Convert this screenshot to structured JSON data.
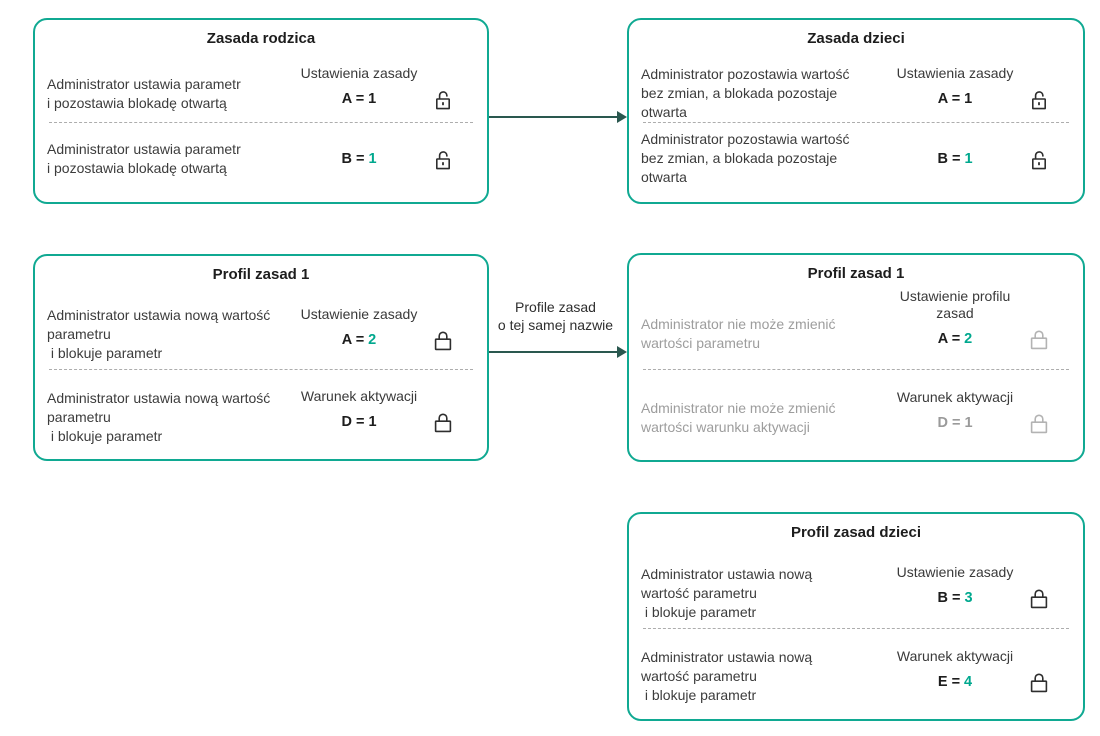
{
  "colors": {
    "accent_teal": "#00A88E",
    "box_border": "#10A992",
    "arrow": "#2A584F",
    "gray_text": "#9D9D9D",
    "dark_text": "#1D1D1D"
  },
  "arrows": {
    "profiles_label": [
      "Profile zasad",
      "o tej samej nazwie"
    ]
  },
  "boxes": [
    {
      "title": "Zasada rodzica",
      "rows": [
        {
          "label": [
            "Ustawienia zasady"
          ],
          "text": [
            "Administrator ustawia parametr",
            "i pozostawia blokadę otwartą"
          ],
          "text_tone": "dark",
          "lhs": "A =",
          "lhs_tone": "dark",
          "value": "1",
          "value_tone": "dark",
          "lock": "open",
          "lock_tone": "dark"
        },
        {
          "label": [],
          "text": [
            "Administrator ustawia parametr",
            "i pozostawia blokadę otwartą"
          ],
          "text_tone": "dark",
          "lhs": "B =",
          "lhs_tone": "dark",
          "value": "1",
          "value_tone": "teal",
          "lock": "open",
          "lock_tone": "dark"
        }
      ]
    },
    {
      "title": "Zasada dzieci",
      "rows": [
        {
          "label": [
            "Ustawienia zasady"
          ],
          "text": [
            "Administrator pozostawia wartość",
            "bez zmian, a blokada pozostaje",
            "otwarta"
          ],
          "text_tone": "dark",
          "lhs": "A =",
          "lhs_tone": "dark",
          "value": "1",
          "value_tone": "dark",
          "lock": "open",
          "lock_tone": "dark"
        },
        {
          "label": [],
          "text": [
            "Administrator pozostawia wartość",
            "bez zmian, a blokada pozostaje",
            "otwarta"
          ],
          "text_tone": "dark",
          "lhs": "B =",
          "lhs_tone": "dark",
          "value": "1",
          "value_tone": "teal",
          "lock": "open",
          "lock_tone": "dark"
        }
      ]
    },
    {
      "title": "Profil zasad 1",
      "rows": [
        {
          "label": [
            "Ustawienie zasady"
          ],
          "text": [
            "Administrator ustawia nową wartość",
            "parametru",
            " i blokuje parametr"
          ],
          "text_tone": "dark",
          "lhs": "A =",
          "lhs_tone": "dark",
          "value": "2",
          "value_tone": "teal",
          "lock": "closed",
          "lock_tone": "dark"
        },
        {
          "label": [
            "Warunek aktywacji"
          ],
          "text": [
            "Administrator ustawia nową wartość",
            "parametru",
            " i blokuje parametr"
          ],
          "text_tone": "dark",
          "lhs": "D =",
          "lhs_tone": "dark",
          "value": "1",
          "value_tone": "dark",
          "lock": "closed",
          "lock_tone": "dark"
        }
      ]
    },
    {
      "title": "Profil zasad 1",
      "rows": [
        {
          "label": [
            "Ustawienie profilu",
            "zasad"
          ],
          "text": [
            "Administrator nie może zmienić",
            "wartości parametru"
          ],
          "text_tone": "gray",
          "lhs": "A =",
          "lhs_tone": "dark",
          "value": "2",
          "value_tone": "teal",
          "lock": "closed",
          "lock_tone": "gray"
        },
        {
          "label": [
            "Warunek aktywacji"
          ],
          "text": [
            "Administrator nie może zmienić",
            "wartości warunku aktywacji"
          ],
          "text_tone": "gray",
          "lhs": "D =",
          "lhs_tone": "gray",
          "value": "1",
          "value_tone": "gray",
          "lock": "closed",
          "lock_tone": "gray"
        }
      ]
    },
    {
      "title": "Profil zasad dzieci",
      "rows": [
        {
          "label": [
            "Ustawienie zasady"
          ],
          "text": [
            "Administrator ustawia nową",
            "wartość parametru",
            " i blokuje parametr"
          ],
          "text_tone": "dark",
          "lhs": "B =",
          "lhs_tone": "dark",
          "value": "3",
          "value_tone": "teal",
          "lock": "closed",
          "lock_tone": "dark"
        },
        {
          "label": [
            "Warunek aktywacji"
          ],
          "text": [
            "Administrator ustawia nową",
            "wartość parametru",
            " i blokuje parametr"
          ],
          "text_tone": "dark",
          "lhs": "E =",
          "lhs_tone": "dark",
          "value": "4",
          "value_tone": "teal",
          "lock": "closed",
          "lock_tone": "dark"
        }
      ]
    }
  ]
}
